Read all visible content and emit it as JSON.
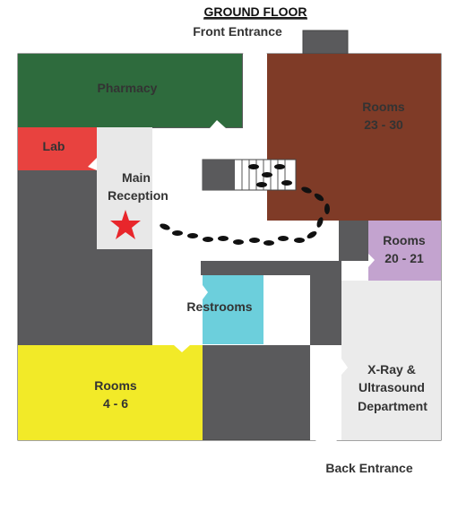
{
  "title": "GROUND FLOOR",
  "entrances": {
    "front": "Front Entrance",
    "back": "Back Entrance"
  },
  "rooms": {
    "pharmacy": {
      "label": "Pharmacy",
      "color": "#2e6b3d"
    },
    "rooms_23_30": {
      "line1": "Rooms",
      "line2": "23 - 30",
      "color": "#7f3b27"
    },
    "lab": {
      "label": "Lab",
      "color": "#e8423f"
    },
    "reception": {
      "line1": "Main",
      "line2": "Reception",
      "color": "#e8e8e8"
    },
    "rooms_20_21": {
      "line1": "Rooms",
      "line2": "20 - 21",
      "color": "#c3a3cf"
    },
    "restrooms": {
      "label": "Restrooms",
      "color": "#6ccfdc"
    },
    "rooms_4_6": {
      "line1": "Rooms",
      "line2": "4 - 6",
      "color": "#f2ea28"
    },
    "xray": {
      "line1": "X-Ray &",
      "line2": "Ultrasound",
      "line3": "Department",
      "color": "#ebebeb"
    }
  },
  "colors": {
    "wall": "#5a5a5c",
    "hall": "#ffffff",
    "star": "#e8262b",
    "footprints": "#111111"
  },
  "markers": {
    "star": "star-icon",
    "path": "footprints-icon"
  }
}
